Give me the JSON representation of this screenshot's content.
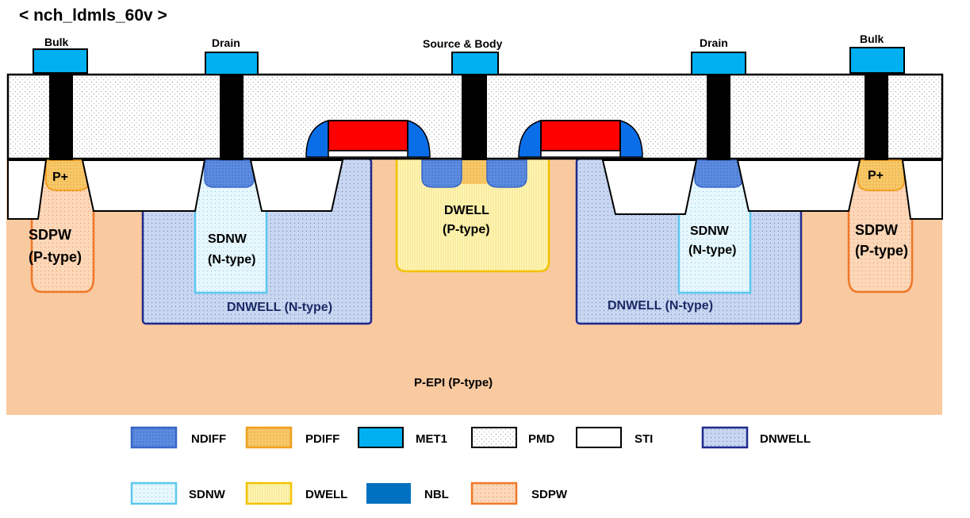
{
  "title": "< nch_ldmls_60v >",
  "terminals": {
    "bulk_left": "Bulk",
    "drain_left": "Drain",
    "source_body": "Source & Body",
    "drain_right": "Drain",
    "bulk_right": "Bulk"
  },
  "regions": {
    "pplus_left": "P+",
    "pplus_right": "P+",
    "sdpw_left": "SDPW",
    "sdpw_left_type": "(P-type)",
    "sdpw_right": "SDPW",
    "sdpw_right_type": "(P-type)",
    "sdnw_left": "SDNW",
    "sdnw_left_type": "(N-type)",
    "sdnw_right": "SDNW",
    "sdnw_right_type": "(N-type)",
    "dwell": "DWELL",
    "dwell_type": "(P-type)",
    "dnwell_left": "DNWELL (N-type)",
    "dnwell_right": "DNWELL (N-type)",
    "pepi": "P-EPI (P-type)"
  },
  "legend": {
    "row1": [
      "NDIFF",
      "PDIFF",
      "MET1",
      "PMD",
      "STI",
      "DNWELL"
    ],
    "row2": [
      "SDNW",
      "DWELL",
      "NBL",
      "SDPW"
    ]
  },
  "colors": {
    "pepi": "#f9c9a0",
    "met1": "#00b0f0",
    "ndiff": "#4f81d9",
    "pdiff": "#f7c05a",
    "dnwell": "#c5d3ef",
    "dnwell_border": "#1f2a8c",
    "sdnw": "#e3f6fc",
    "sdnw_border": "#5bc8ee",
    "dwell": "#fff5b0",
    "dwell_border": "#f2c200",
    "sdpw": "#fbd2b2",
    "sdpw_border": "#f07828",
    "nbl": "#0070c0",
    "poly": "#ff0000",
    "spacer": "#0a6ee8",
    "contact": "#000000"
  }
}
